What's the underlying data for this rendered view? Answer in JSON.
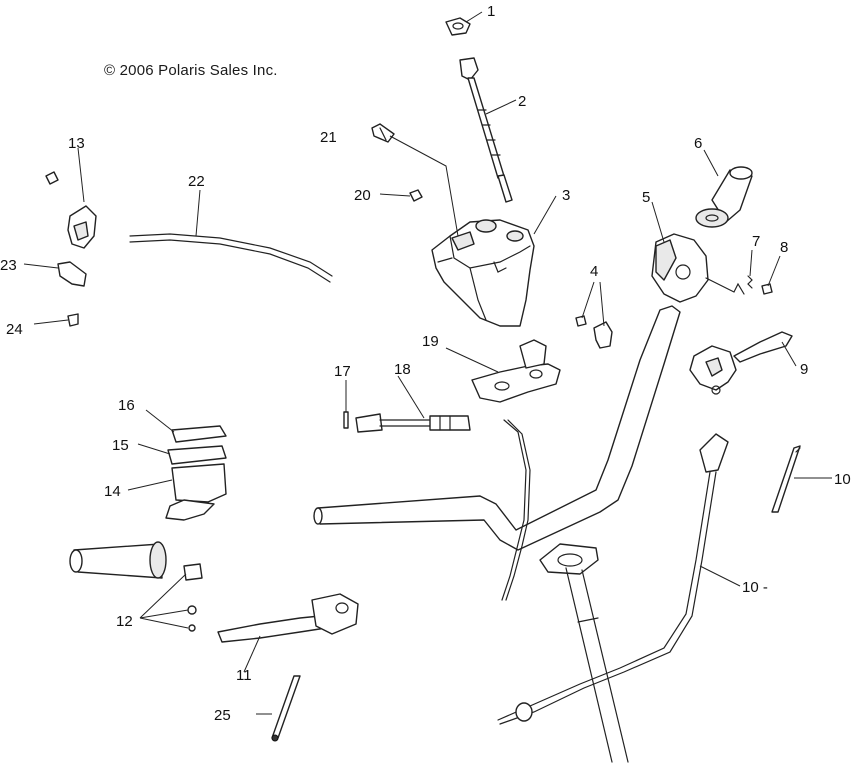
{
  "copyright": "© 2006 Polaris Sales Inc.",
  "callouts": [
    {
      "id": "c1",
      "text": "1"
    },
    {
      "id": "c2",
      "text": "2"
    },
    {
      "id": "c3",
      "text": "3"
    },
    {
      "id": "c4",
      "text": "4"
    },
    {
      "id": "c5",
      "text": "5"
    },
    {
      "id": "c6",
      "text": "6"
    },
    {
      "id": "c7",
      "text": "7"
    },
    {
      "id": "c8",
      "text": "8"
    },
    {
      "id": "c9",
      "text": "9"
    },
    {
      "id": "c10a",
      "text": "10"
    },
    {
      "id": "c10b",
      "text": "10 -"
    },
    {
      "id": "c11",
      "text": "11"
    },
    {
      "id": "c12",
      "text": "12"
    },
    {
      "id": "c13",
      "text": "13"
    },
    {
      "id": "c14",
      "text": "14"
    },
    {
      "id": "c15",
      "text": "15"
    },
    {
      "id": "c16",
      "text": "16"
    },
    {
      "id": "c17",
      "text": "17"
    },
    {
      "id": "c18",
      "text": "18"
    },
    {
      "id": "c19",
      "text": "19"
    },
    {
      "id": "c20",
      "text": "20"
    },
    {
      "id": "c21",
      "text": "21"
    },
    {
      "id": "c22",
      "text": "22"
    },
    {
      "id": "c23",
      "text": "23"
    },
    {
      "id": "c24",
      "text": "24"
    },
    {
      "id": "c25",
      "text": "25"
    }
  ]
}
